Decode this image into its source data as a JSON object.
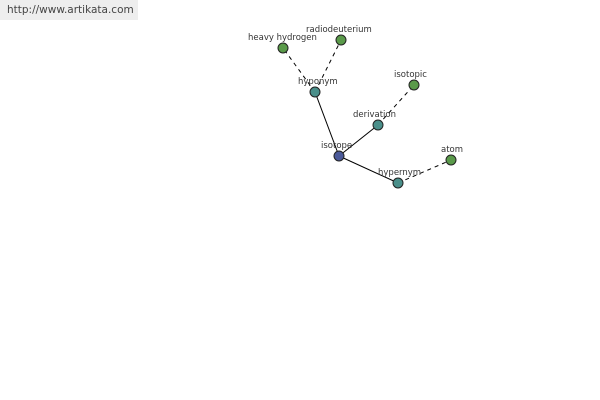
{
  "banner": {
    "url": "http://www.artikata.com"
  },
  "colors": {
    "center": "#4b5a9a",
    "relation": "#4a8f8a",
    "leaf": "#5a9a4a"
  },
  "nodes": {
    "isotope": "isotope",
    "hyponym": "hyponym",
    "derivation": "derivation",
    "hypernym": "hypernym",
    "heavy_hydrogen": "heavy hydrogen",
    "radiodeuterium": "radiodeuterium",
    "isotopic": "isotopic",
    "atom": "atom"
  }
}
